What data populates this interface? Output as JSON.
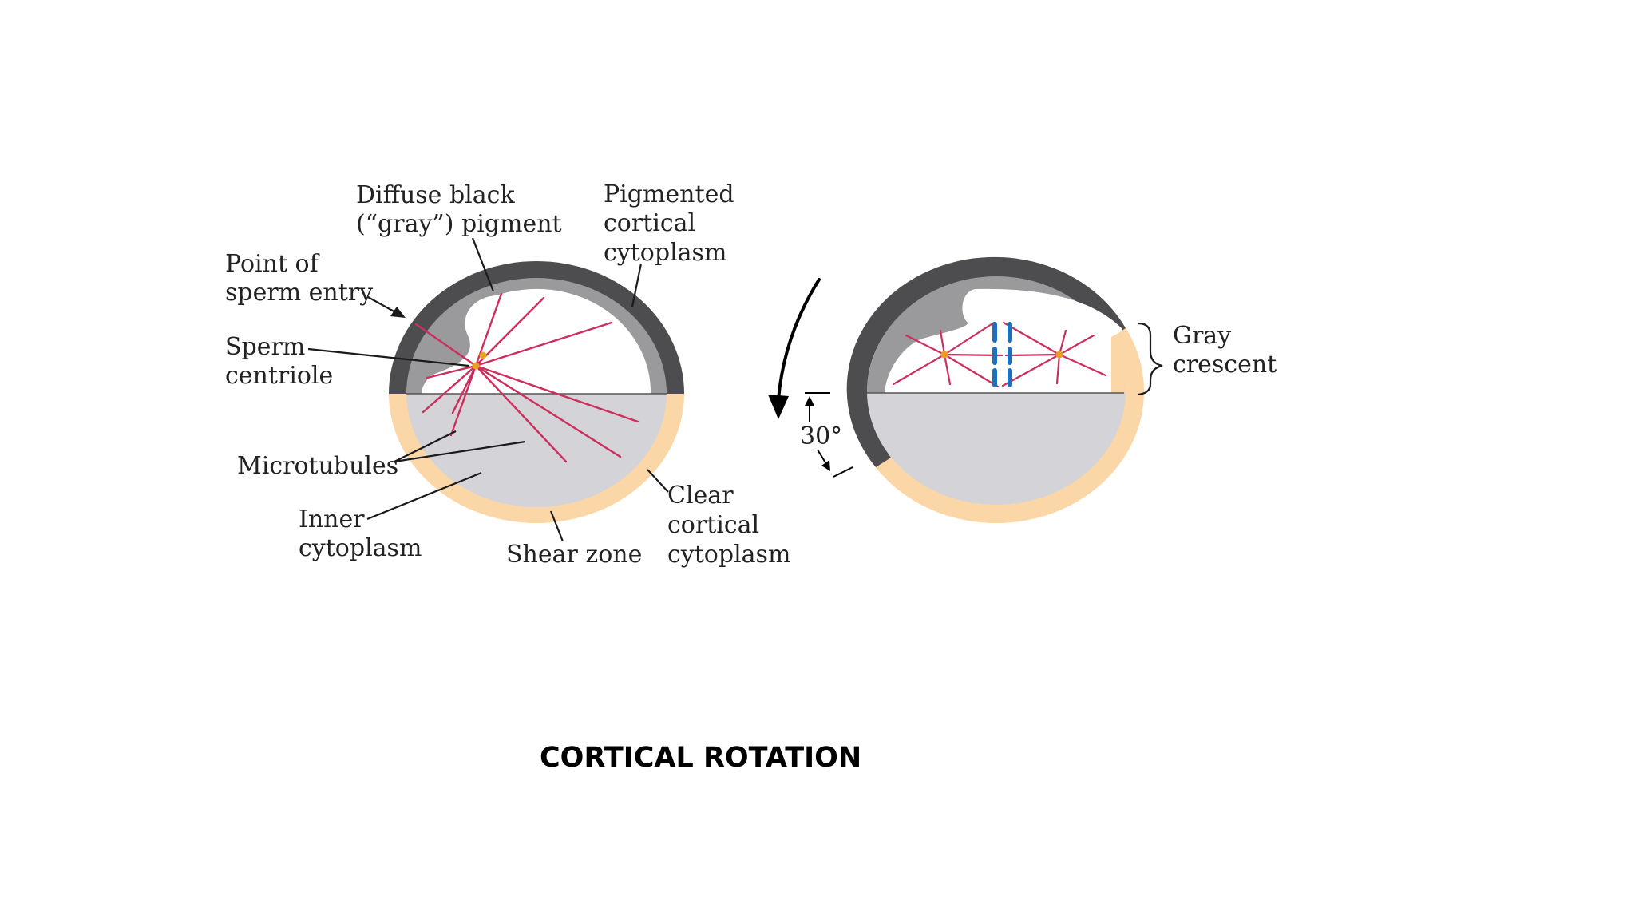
{
  "slide_title": "CORTICAL ROTATION",
  "colors": {
    "pigmented_cortex": "#4d4d50",
    "diffuse_pigment": "#9a9a9d",
    "inner_cytoplasm": "#d4d4d8",
    "clear_cortex": "#fbd7a8",
    "microtubules": "#cc2f5c",
    "centriole": "#e8a21e",
    "chromosomes": "#1e6fbd"
  },
  "labels": {
    "diffuse_pigment": [
      "Diffuse black",
      "(“gray”) pigment"
    ],
    "pigmented_cortical": [
      "Pigmented",
      "cortical",
      "cytoplasm"
    ],
    "sperm_entry": [
      "Point of",
      "sperm entry"
    ],
    "sperm_centriole": [
      "Sperm",
      "centriole"
    ],
    "microtubules": "Microtubules",
    "inner_cytoplasm": [
      "Inner",
      "cytoplasm"
    ],
    "shear_zone": "Shear zone",
    "clear_cortical": [
      "Clear",
      "cortical",
      "cytoplasm"
    ],
    "rotation_angle": "30°",
    "gray_crescent": [
      "Gray",
      "crescent"
    ]
  }
}
